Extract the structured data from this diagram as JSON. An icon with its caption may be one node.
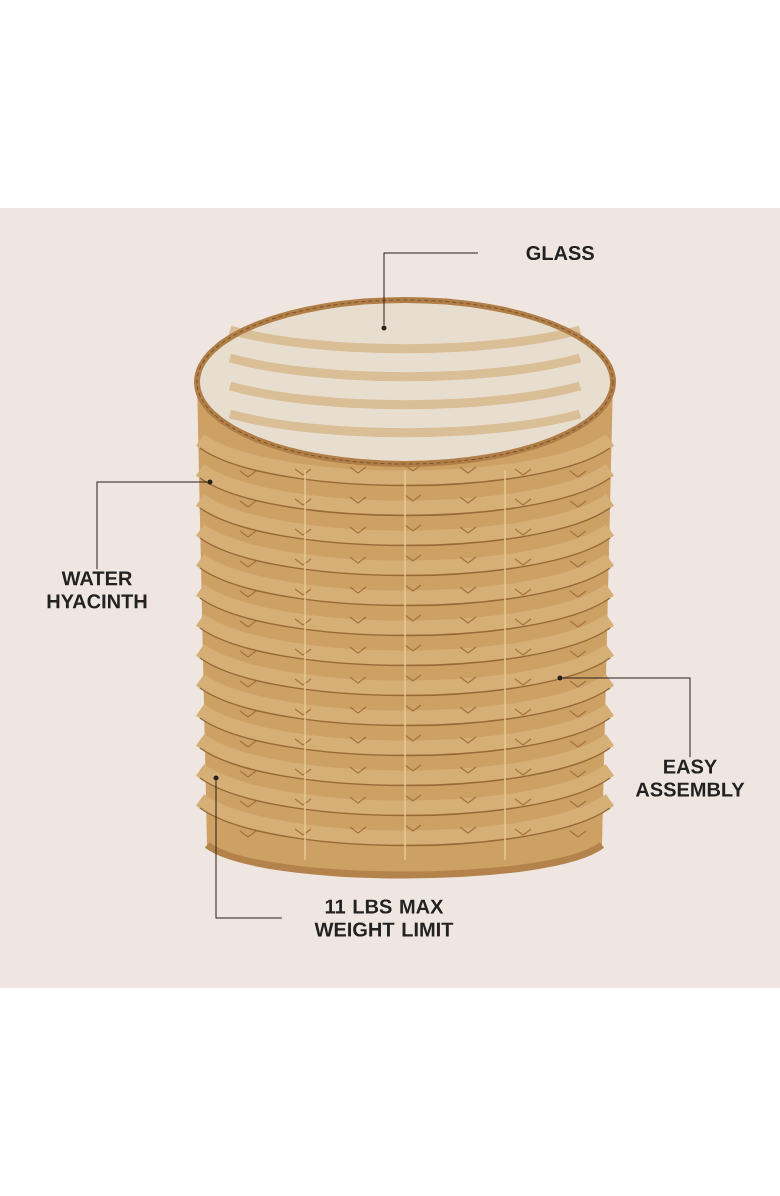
{
  "diagram": {
    "nodes": [
      {
        "text": [
          "GLASS"
        ]
      },
      {
        "text": [],
        "shape": "circle"
      },
      {
        "text": [
          "WATER HYACINTH"
        ]
      },
      {
        "text": [],
        "shape": "circle"
      },
      {
        "text": [
          "EASY ASSEMBLY"
        ]
      },
      {
        "text": [],
        "shape": "circle"
      },
      {
        "text": [
          "11 LBS MAX WEIGHT LIMIT"
        ]
      },
      {
        "text": [],
        "shape": "circle"
      }
    ],
    "edges": [
      {
        "from": 0,
        "to": 1,
        "arrow": "none"
      },
      {
        "from": 2,
        "to": 3,
        "arrow": "none"
      },
      {
        "from": 4,
        "to": 5,
        "arrow": "none"
      },
      {
        "from": 6,
        "to": 7,
        "arrow": "none"
      }
    ]
  }
}
